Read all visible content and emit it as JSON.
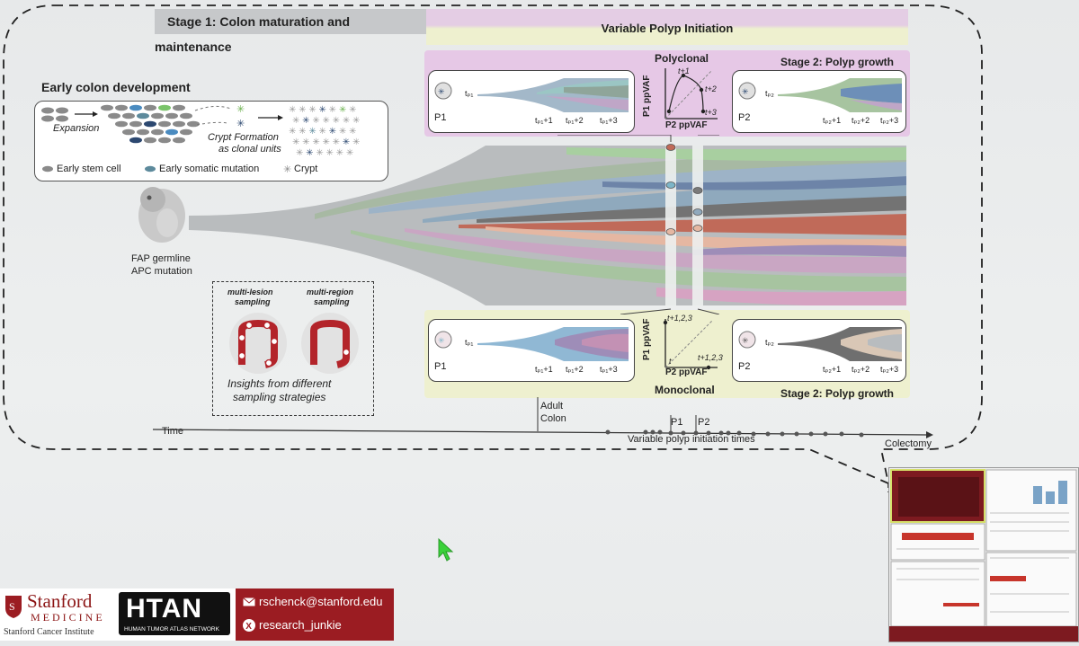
{
  "header": {
    "stage1": "Stage 1: Colon maturation and maintenance",
    "variable_initiation": "Variable Polyp Initiation"
  },
  "early": {
    "title": "Early colon development",
    "expansion": "Expansion",
    "crypt_formation_1": "Crypt Formation",
    "crypt_formation_2": "as clonal units",
    "legend_stem": "Early stem cell",
    "legend_mutation": "Early somatic mutation",
    "legend_crypt": "Crypt",
    "germline_1": "FAP germline",
    "germline_2": "APC mutation"
  },
  "polyclonal": {
    "title": "Polyclonal",
    "stage2": "Stage 2: Polyp growth",
    "p1": "P1",
    "p2": "P2",
    "t_p1": "tₚ₁",
    "t_p2": "tₚ₂",
    "ticks_p1": [
      "tₚ₁+1",
      "tₚ₁+2",
      "tₚ₁+3"
    ],
    "ticks_p2": [
      "tₚ₂+1",
      "tₚ₂+2",
      "tₚ₂+3"
    ],
    "y_axis": "P1 ppVAF",
    "x_axis": "P2 ppVAF",
    "t1": "t+1",
    "t2": "t+2",
    "t3": "t+3"
  },
  "monoclonal": {
    "title": "Monoclonal",
    "stage2": "Stage 2: Polyp growth",
    "p1": "P1",
    "p2": "P2",
    "t_p1": "tₚ₁",
    "t_p2": "tₚ₂",
    "ticks_p1": [
      "tₚ₁+1",
      "tₚ₁+2",
      "tₚ₁+3"
    ],
    "ticks_p2": [
      "tₚ₂+1",
      "tₚ₂+2",
      "tₚ₂+3"
    ],
    "y_axis": "P1 ppVAF",
    "x_axis": "P2 ppVAF",
    "t_top": "t+1,2,3",
    "t_right": "t+1,2,3",
    "t_origin": "t"
  },
  "sampling": {
    "multi_lesion_1": "multi-lesion",
    "multi_lesion_2": "sampling",
    "multi_region_1": "multi-region",
    "multi_region_2": "sampling",
    "insights_1": "Insights from different",
    "insights_2": "sampling strategies"
  },
  "timeline": {
    "time": "Time",
    "adult_1": "Adult",
    "adult_2": "Colon",
    "p1": "P1",
    "p2": "P2",
    "variable_times": "Variable polyp initiation times",
    "colectomy": "Colectomy"
  },
  "footer": {
    "stanford_1": "Stanford",
    "stanford_2": "MEDICINE",
    "stanford_3": "Stanford Cancer Institute",
    "htan": "HTAN",
    "htan_sub": "HUMAN TUMOR ATLAS NETWORK",
    "email": "rschenck@stanford.edu",
    "handle": "research_junkie"
  },
  "colors": {
    "polyclonal_bg": "#e6c8e6",
    "monoclonal_bg": "#eef0cf",
    "footer_red": "#9b1c22",
    "cursor": "#3ad13a"
  }
}
